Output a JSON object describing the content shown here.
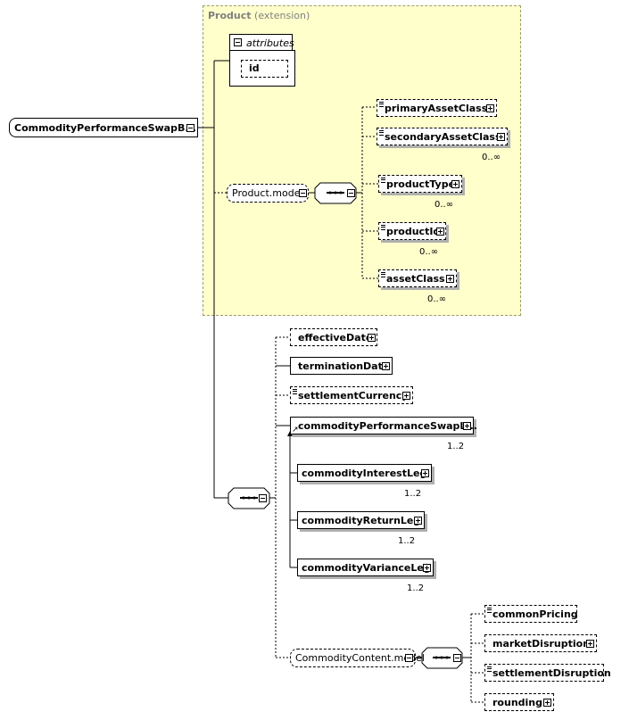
{
  "extension": {
    "name": "Product",
    "suffix": "(extension)"
  },
  "attributes": {
    "title": "attributes",
    "items": [
      "id"
    ]
  },
  "root": {
    "label": "CommodityPerformanceSwapB..."
  },
  "product_model": {
    "label": "Product.model",
    "children": [
      {
        "label": "primaryAssetClass",
        "occurs": ""
      },
      {
        "label": "secondaryAssetClass",
        "occurs": "0..∞"
      },
      {
        "label": "productType",
        "occurs": "0..∞"
      },
      {
        "label": "productId",
        "occurs": "0..∞"
      },
      {
        "label": "assetClass",
        "occurs": "0..∞"
      }
    ]
  },
  "sequence_elements": [
    {
      "label": "effectiveDate"
    },
    {
      "label": "terminationDate"
    },
    {
      "label": "settlementCurrency"
    },
    {
      "label": "commodityPerformanceSwapL...",
      "occurs": "1..2"
    }
  ],
  "leg_substitutions": [
    {
      "label": "commodityInterestLeg",
      "occurs": "1..2"
    },
    {
      "label": "commodityReturnLeg",
      "occurs": "1..2"
    },
    {
      "label": "commodityVarianceLeg",
      "occurs": "1..2"
    }
  ],
  "commodity_content": {
    "label": "CommodityContent.model",
    "children": [
      {
        "label": "commonPricing"
      },
      {
        "label": "marketDisruption"
      },
      {
        "label": "settlementDisruption"
      },
      {
        "label": "rounding"
      }
    ]
  }
}
